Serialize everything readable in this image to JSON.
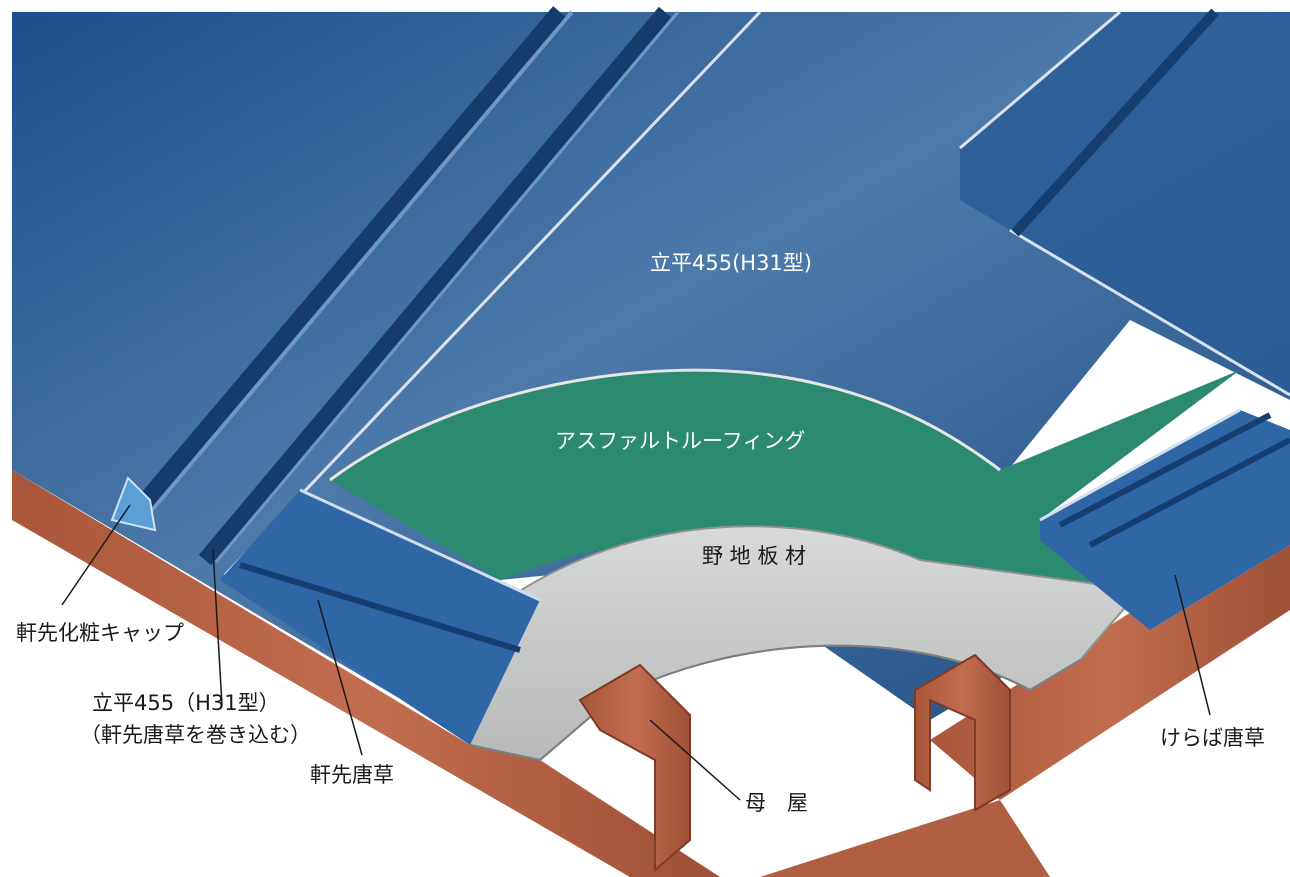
{
  "labels": {
    "main_panel": "立平455(H31型)",
    "asphalt": "アスファルトルーフィング",
    "sheathing": "野 地 板 材",
    "eave_cap": "軒先化粧キャップ",
    "panel_line1": "立平455（H31型）",
    "panel_line2": "（軒先唐草を巻き込む）",
    "eave_flashing": "軒先唐草",
    "purlin": "母　屋",
    "verge_flashing": "けらば唐草"
  },
  "colors": {
    "roof_blue": "#24568f",
    "roof_blue_light": "#4a78a8",
    "asphalt_green": "#2b8a70",
    "board_gray": "#c9cbcb",
    "fascia_copper": "#b56447",
    "purlin_copper": "#c87a5c"
  }
}
